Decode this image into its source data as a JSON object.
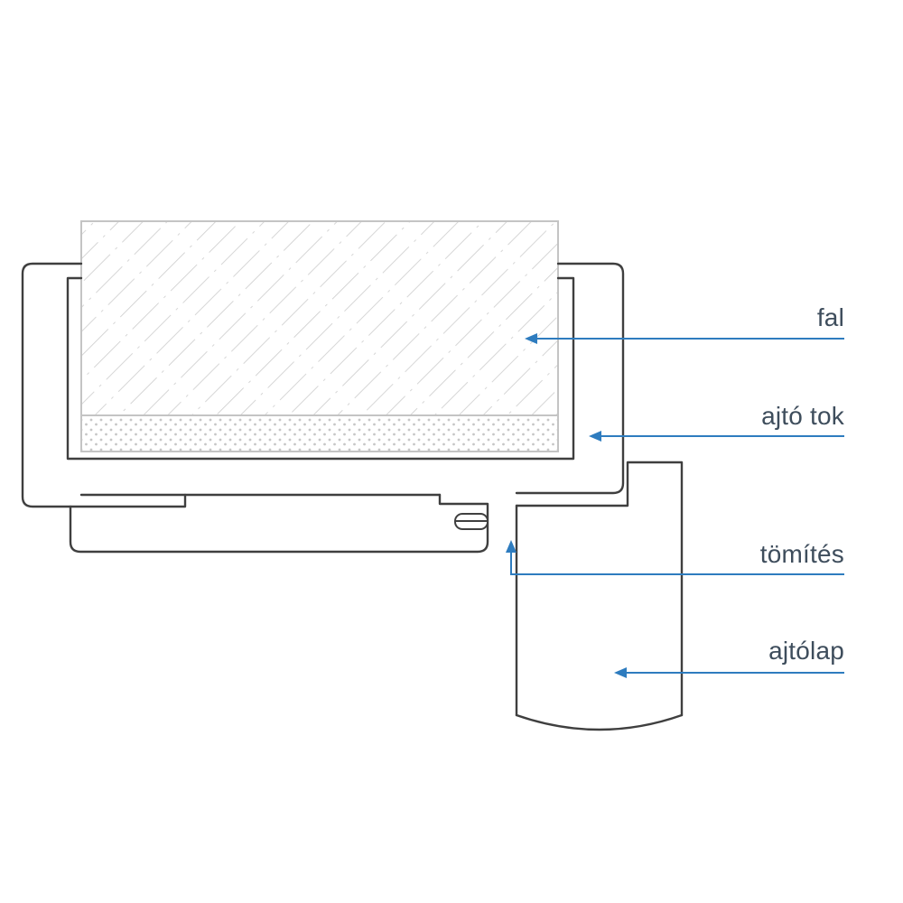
{
  "diagram": {
    "type": "technical-section",
    "subject": "door frame installation cross-section",
    "labels": {
      "wall": "fal",
      "door_frame": "ajtó tok",
      "seal": "tömítés",
      "door_leaf": "ajtólap"
    },
    "colors": {
      "outline": "#3f3f3f",
      "wall_light": "#c4c4c4",
      "accent": "#2e7cbf",
      "label_text": "#3e4d5c",
      "background": "#ffffff"
    }
  }
}
